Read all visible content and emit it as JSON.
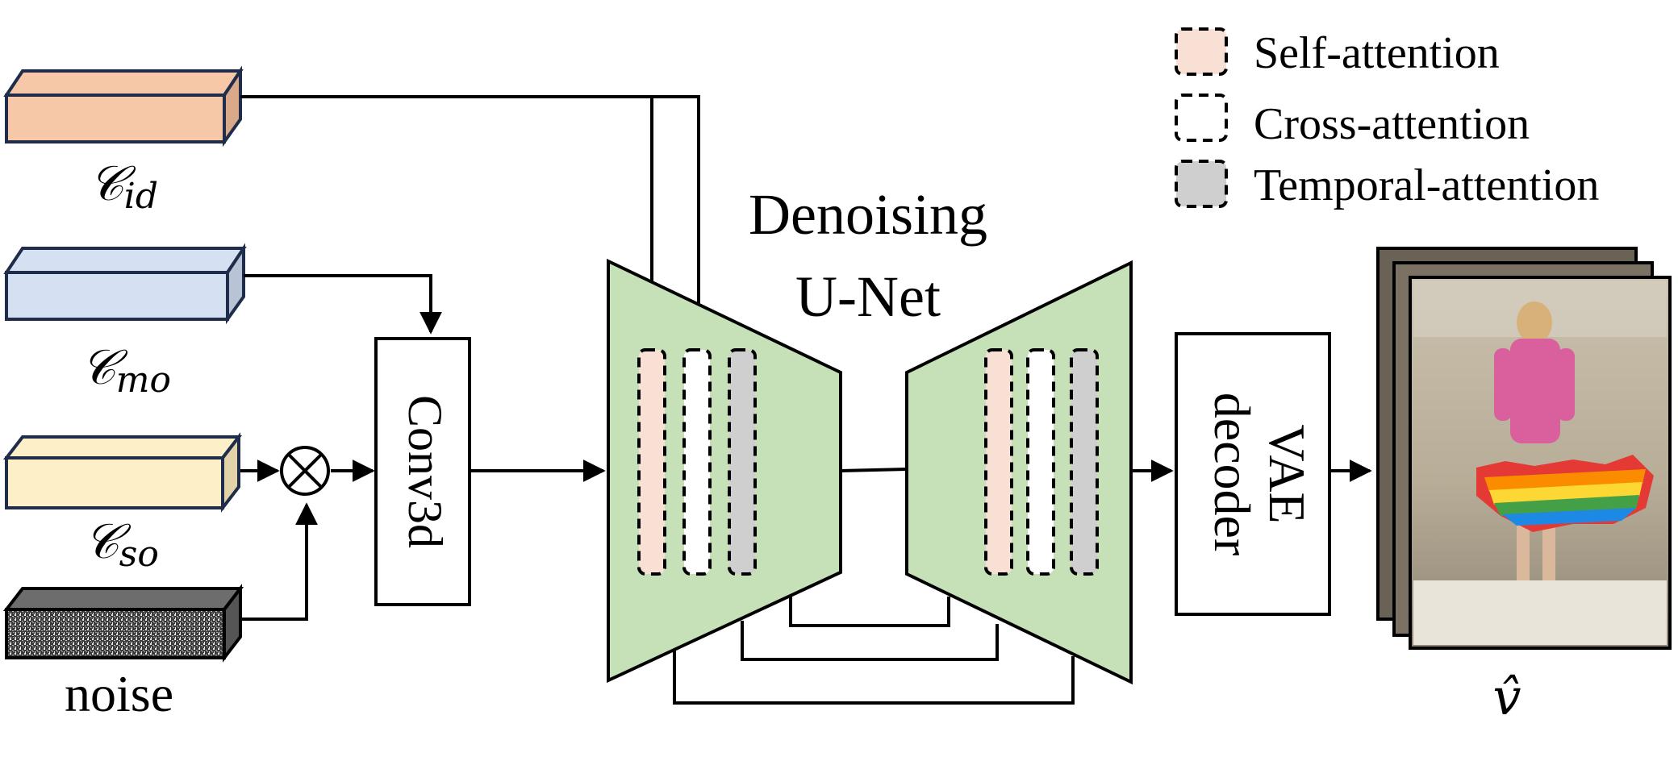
{
  "inputs": [
    {
      "symbol": "𝒞",
      "subscript": "id",
      "color": "#f6c8a8",
      "side": "#d9a98a"
    },
    {
      "symbol": "𝒞",
      "subscript": "mo",
      "color": "#d5e0f2",
      "side": "#b8c3d6"
    },
    {
      "symbol": "𝒞",
      "subscript": "so",
      "color": "#fdf0c8",
      "side": "#e2d4a8"
    },
    {
      "label": "noise"
    }
  ],
  "operator": "⊗",
  "conv": {
    "label": "Conv3d"
  },
  "unet": {
    "title_line1": "Denoising",
    "title_line2": "U-Net",
    "color": "#c6e1b8"
  },
  "vae": {
    "label_line1": "VAE",
    "label_line2": "decoder"
  },
  "output": {
    "label": "v̂"
  },
  "legend": [
    {
      "label": "Self-attention",
      "color": "#f8e1d4"
    },
    {
      "label": "Cross-attention",
      "color": "#ffffff"
    },
    {
      "label": "Temporal-attention",
      "color": "#cfcfcf"
    }
  ]
}
